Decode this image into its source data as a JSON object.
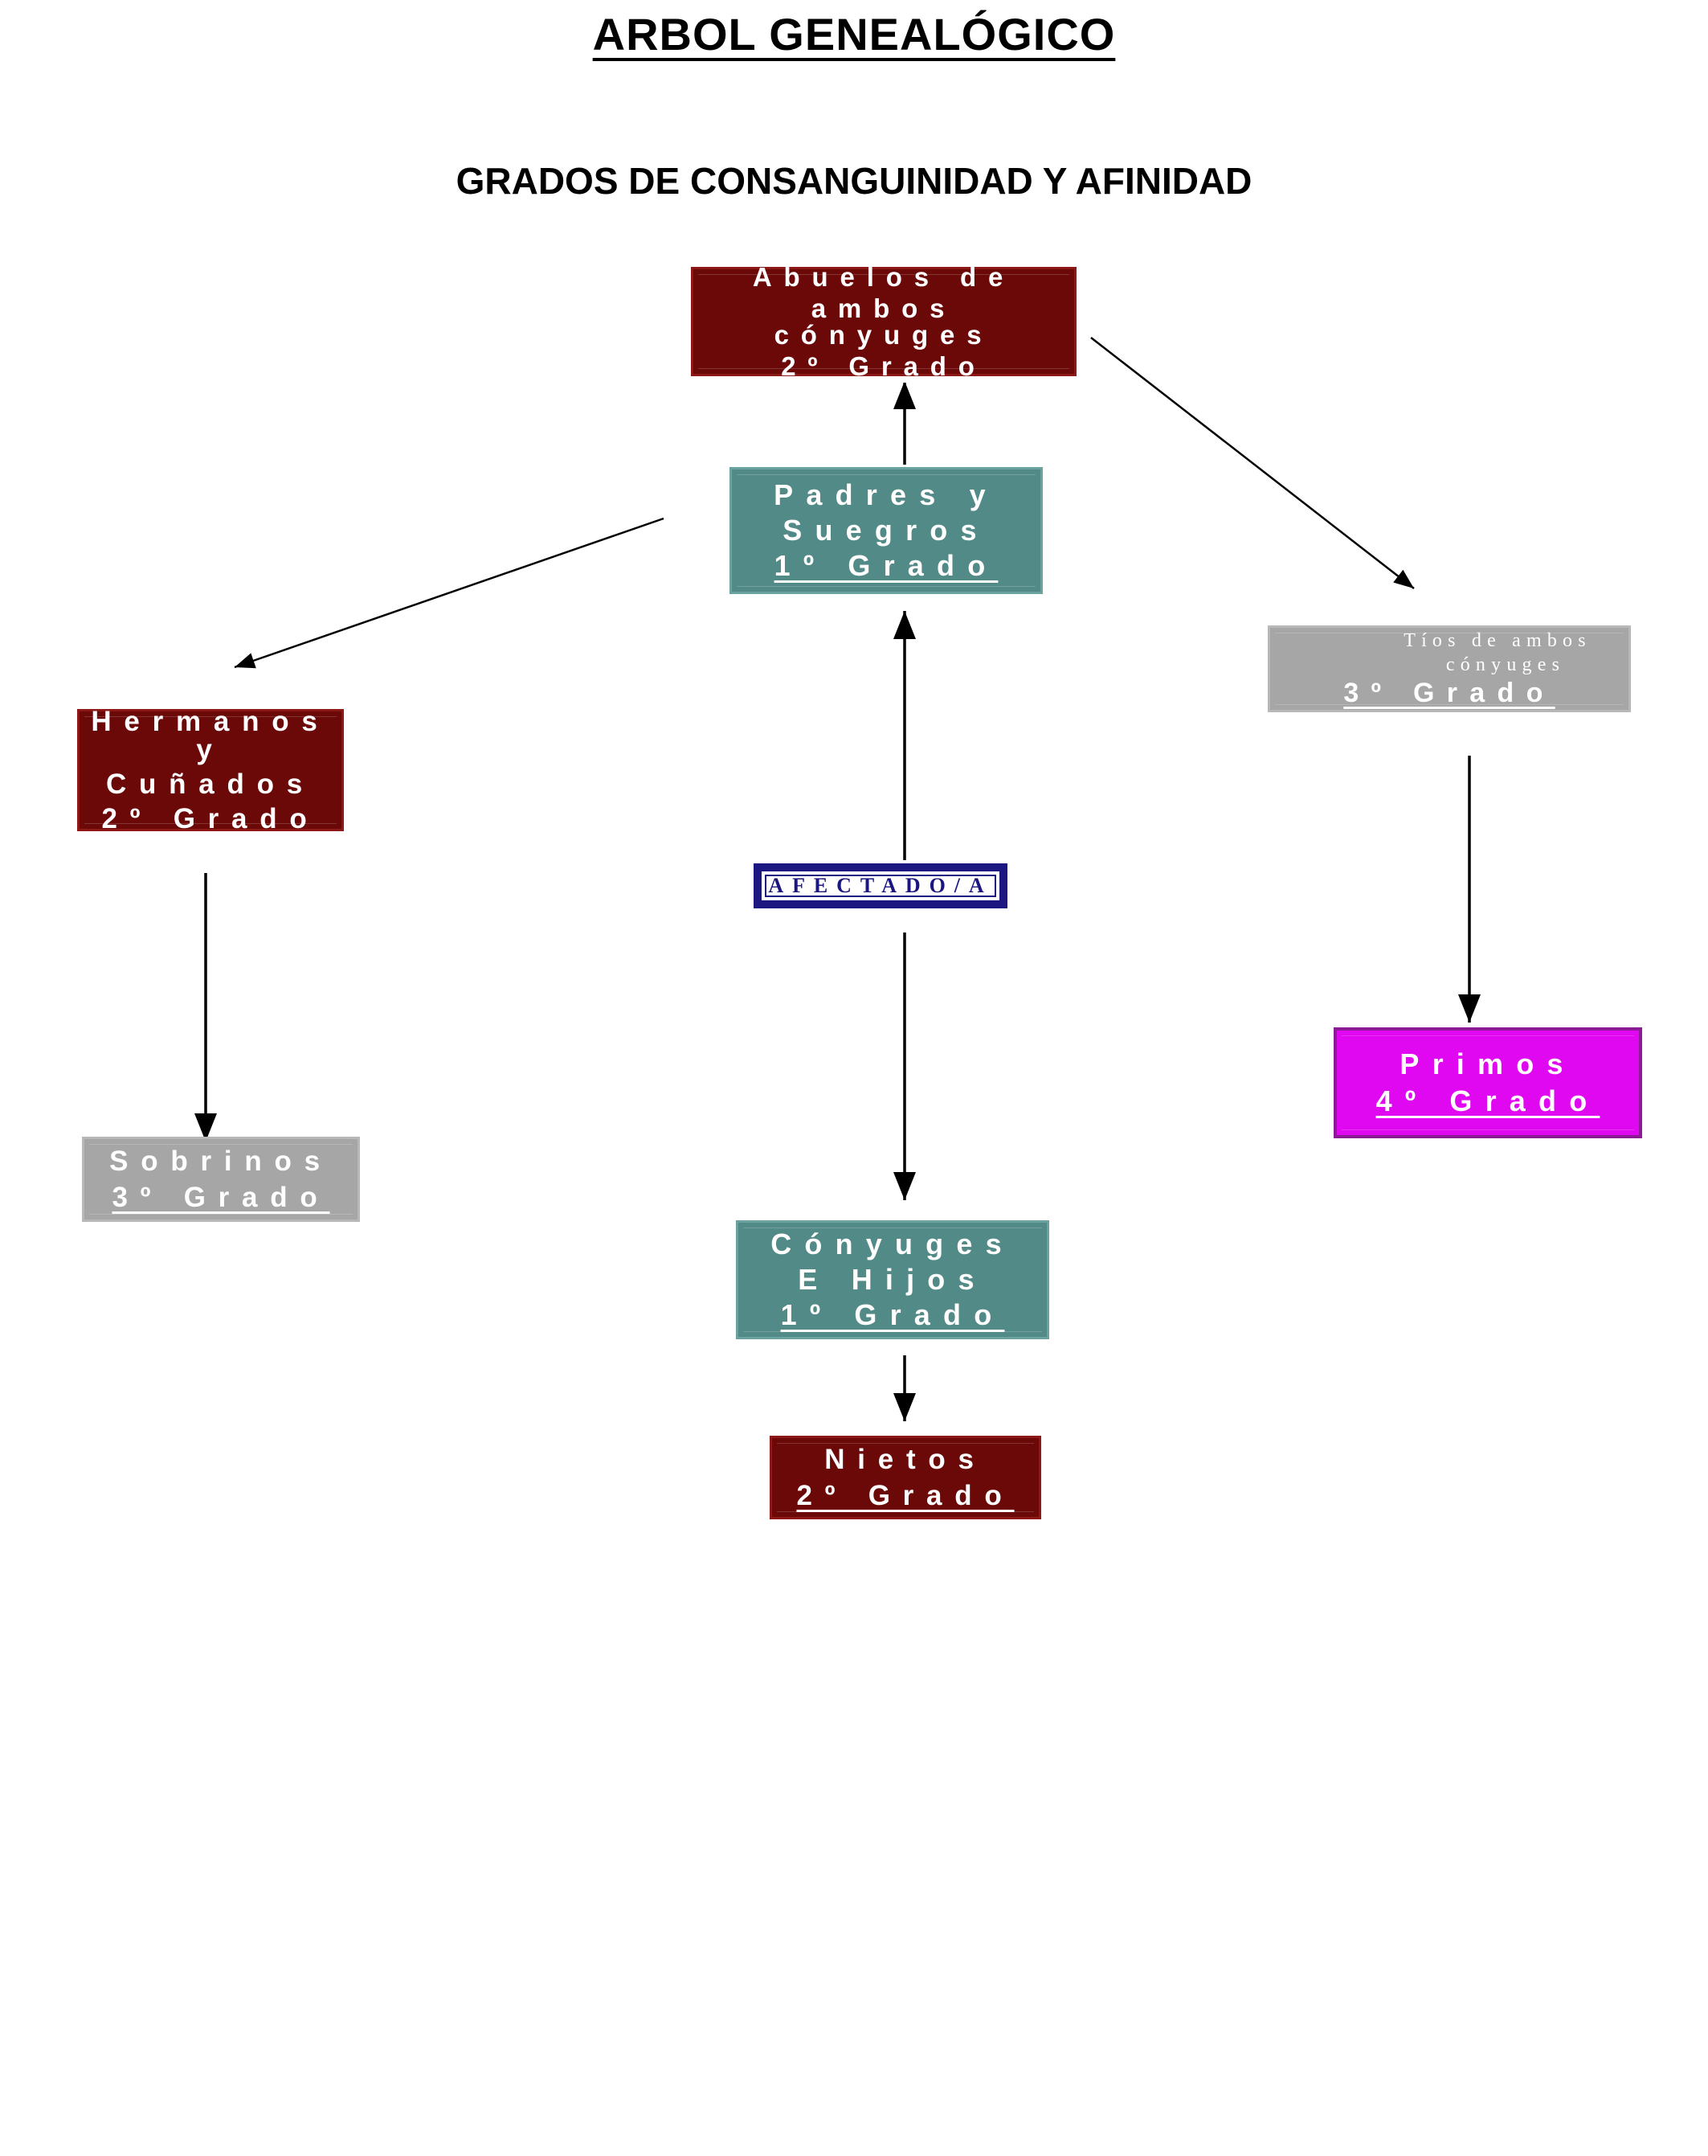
{
  "header": {
    "title": "ARBOL GENEALÓGICO",
    "subtitle": "GRADOS DE CONSANGUINIDAD Y AFINIDAD"
  },
  "nodes": {
    "abuelos": {
      "line1": "Abuelos de",
      "line2": "ambos cónyuges",
      "grado": "2º Grado",
      "color": "#6b0808"
    },
    "padres": {
      "line1": "Padres y",
      "line2": "Suegros",
      "grado": "1º Grado",
      "color": "#528a87"
    },
    "tios": {
      "line1": "Tíos de ambos",
      "line2": "cónyuges",
      "grado": "3º Grado",
      "color": "#a6a6a6"
    },
    "hermanos": {
      "line1": "Hermanos y",
      "line2": "Cuñados",
      "grado": "2º Grado",
      "color": "#6b0808"
    },
    "afectado": {
      "label": "AFECTADO/A",
      "color": "#1c1680"
    },
    "primos": {
      "line1": "Primos",
      "grado": "4º Grado",
      "color": "#e008f0"
    },
    "sobrinos": {
      "line1": "Sobrinos",
      "grado": "3º Grado",
      "color": "#a6a6a6"
    },
    "conyuges": {
      "line1": "Cónyuges",
      "line2": "E Hijos",
      "grado": "1º Grado",
      "color": "#528a87"
    },
    "nietos": {
      "line1": "Nietos",
      "grado": "2º Grado",
      "color": "#6b0808"
    }
  }
}
